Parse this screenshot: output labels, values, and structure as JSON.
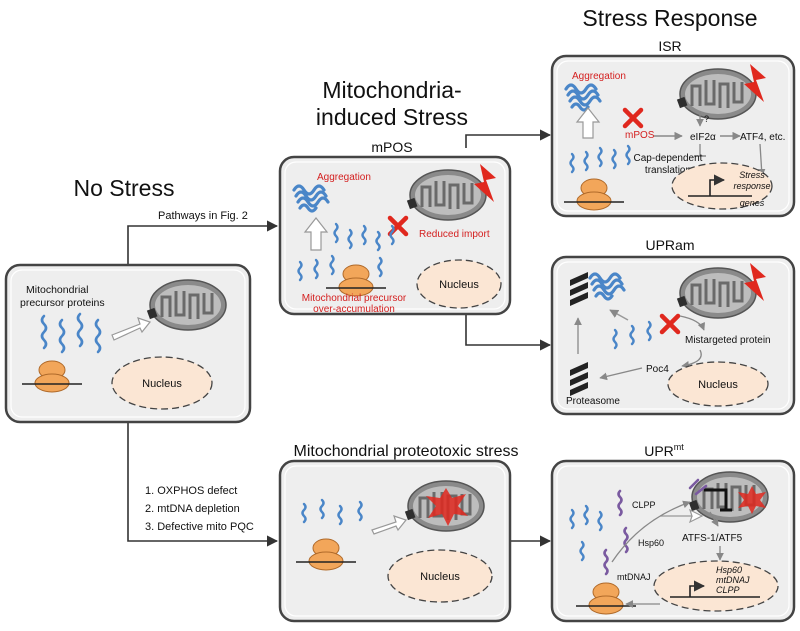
{
  "headings": {
    "stress_response": "Stress Response",
    "mito_stress_l1": "Mitochondria-",
    "mito_stress_l2": "induced Stress",
    "no_stress": "No Stress",
    "proteotoxic": "Mitochondrial proteotoxic stress"
  },
  "panels": {
    "isr": "ISR",
    "mpos": "mPOS",
    "upram": "UPRam",
    "uprmt_base": "UPR",
    "uprmt_sup": "mt"
  },
  "no_stress": {
    "precursor_l1": "Mitochondrial",
    "precursor_l2": "precursor proteins",
    "nucleus": "Nucleus"
  },
  "pathway": {
    "fig2": "Pathways in Fig. 2",
    "item1": "1.  OXPHOS defect",
    "item2": "2.  mtDNA depletion",
    "item3": "3.  Defective mito PQC"
  },
  "mpos_panel": {
    "aggregation": "Aggregation",
    "reduced_import": "Reduced import",
    "precursor_l1": "Mitochondrial precursor",
    "precursor_l2": "over-accumulation",
    "nucleus": "Nucleus"
  },
  "isr_panel": {
    "aggregation": "Aggregation",
    "mpos": "mPOS",
    "question": "?",
    "eif2a": "eIF2α",
    "atf4": "ATF4, etc.",
    "cap_l1": "Cap-dependent",
    "cap_l2": "translation",
    "genes_l1": "Stress",
    "genes_l2": "response",
    "genes_l3": "genes"
  },
  "upram_panel": {
    "mistargeted": "Mistargeted protein",
    "poc4": "Poc4",
    "nucleus": "Nucleus",
    "proteasome": "Proteasome"
  },
  "proteotoxic_panel": {
    "nucleus": "Nucleus"
  },
  "uprmt_panel": {
    "clpp": "CLPP",
    "hsp60": "Hsp60",
    "mtdnaj": "mtDNAJ",
    "atfs": "ATFS-1/ATF5",
    "gene1": "Hsp60",
    "gene2": "mtDNAJ",
    "gene3": "CLPP"
  },
  "colors": {
    "protein": "#4a86c8",
    "chaperone": "#7a5aa0",
    "ribosome": "#f2a65a",
    "nucleus_fill": "#fbe6d4",
    "stress": "#e0281e",
    "mito": "#8a8a8a",
    "panel_bg": "#eeeeee"
  }
}
